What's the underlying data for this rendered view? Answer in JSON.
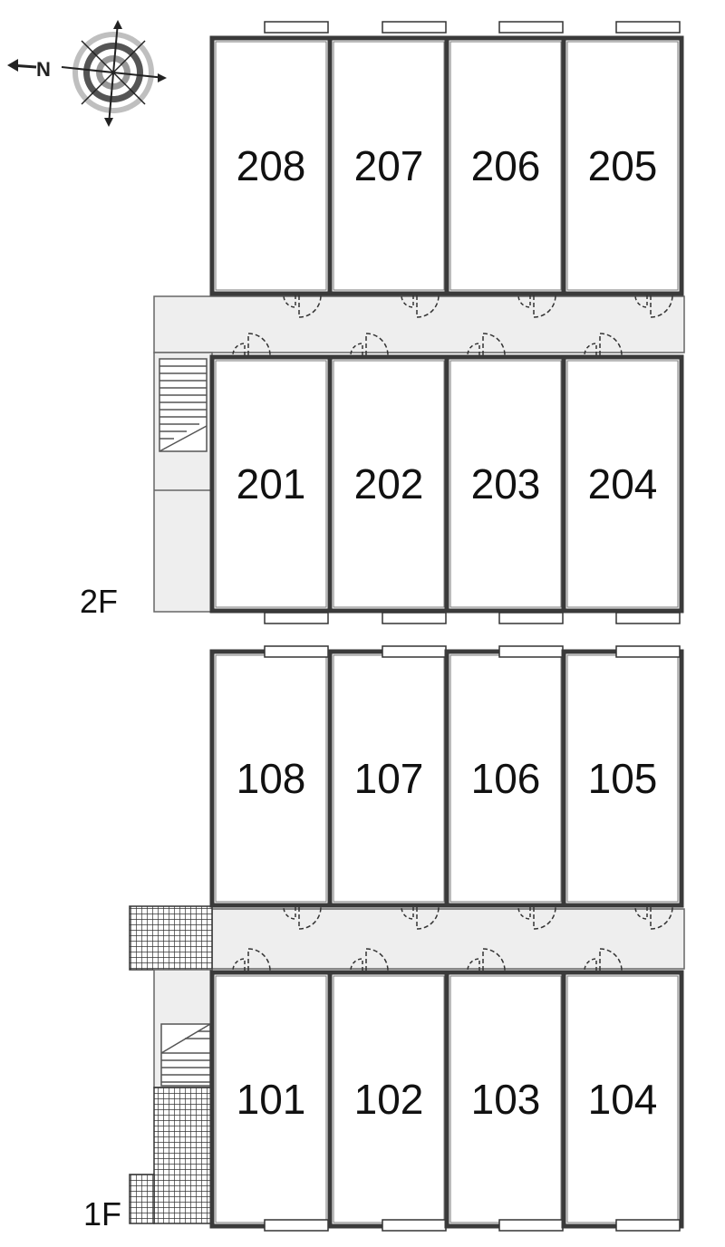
{
  "floors": [
    {
      "id": "2F",
      "label": "2F",
      "rooms_top": [
        "208",
        "207",
        "206",
        "205"
      ],
      "rooms_bottom": [
        "201",
        "202",
        "203",
        "204"
      ]
    },
    {
      "id": "1F",
      "label": "1F",
      "rooms_top": [
        "108",
        "107",
        "106",
        "105"
      ],
      "rooms_bottom": [
        "101",
        "102",
        "103",
        "104"
      ]
    }
  ],
  "compass": {
    "north_label": "N",
    "icon": "compass-rose-icon"
  },
  "colors": {
    "wall": "#3a3a3a",
    "corridor": "#eeeeee",
    "door_arc": "#333333",
    "window": "#ffffff",
    "text": "#111111"
  }
}
